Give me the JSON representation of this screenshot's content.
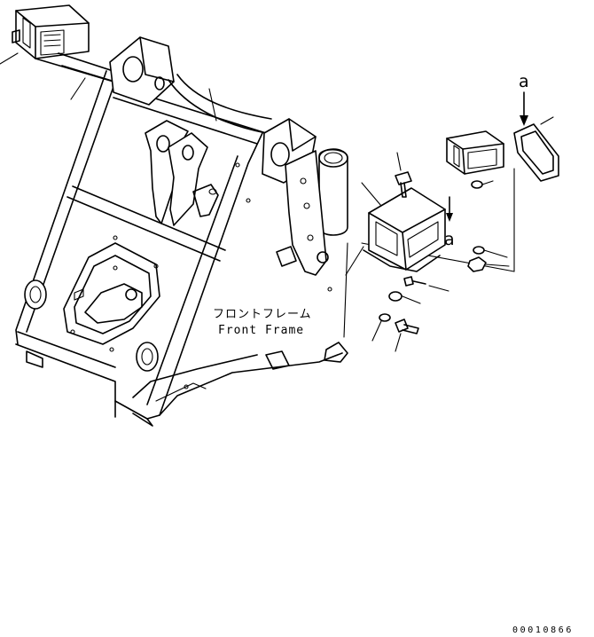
{
  "labels": {
    "frame_jp": "フロントフレーム",
    "frame_en": "Front Frame",
    "view_mark_top": "a",
    "view_mark_mid": "a"
  },
  "drawing_code": "00010866",
  "colors": {
    "line": "#000000",
    "background": "#ffffff"
  }
}
